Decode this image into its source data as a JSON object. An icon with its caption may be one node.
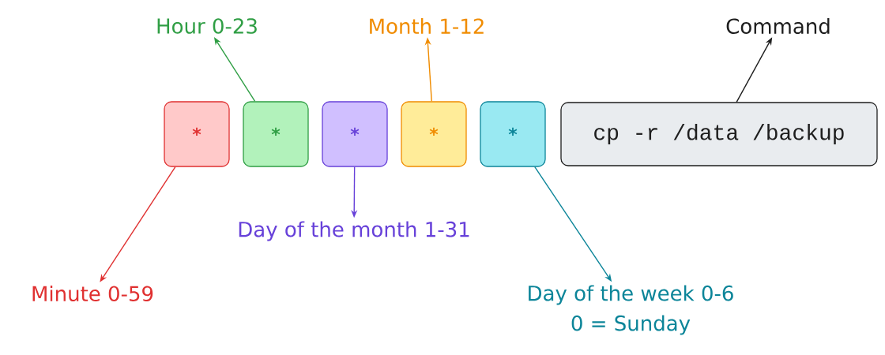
{
  "diagram": {
    "nodes": [
      {
        "text": [
          "*"
        ]
      },
      {
        "text": [
          "*"
        ]
      },
      {
        "text": [
          "*"
        ]
      },
      {
        "text": [
          "*"
        ]
      },
      {
        "text": [
          "*"
        ]
      },
      {
        "text": [
          "cp -r /data /backup"
        ]
      },
      {
        "text": [
          "Hour 0-23"
        ]
      },
      {
        "text": [
          "Month 1-12"
        ]
      },
      {
        "text": [
          "Command"
        ]
      },
      {
        "text": [
          "Minute 0-59"
        ]
      },
      {
        "text": [
          "Day of the month 1-31"
        ]
      },
      {
        "text": [
          "Day of the week 0-6",
          "0 = Sunday"
        ]
      }
    ],
    "edges": [
      {
        "from": 0,
        "to": 9,
        "arrow": "to",
        "color": "#e03131"
      },
      {
        "from": 1,
        "to": 6,
        "arrow": "to",
        "color": "#2f9e44"
      },
      {
        "from": 2,
        "to": 10,
        "arrow": "to",
        "color": "#6741d9"
      },
      {
        "from": 3,
        "to": 7,
        "arrow": "to",
        "color": "#f08c00"
      },
      {
        "from": 4,
        "to": 11,
        "arrow": "to",
        "color": "#0c8599"
      },
      {
        "from": 5,
        "to": 8,
        "arrow": "to",
        "color": "#1e1e1e"
      }
    ]
  }
}
